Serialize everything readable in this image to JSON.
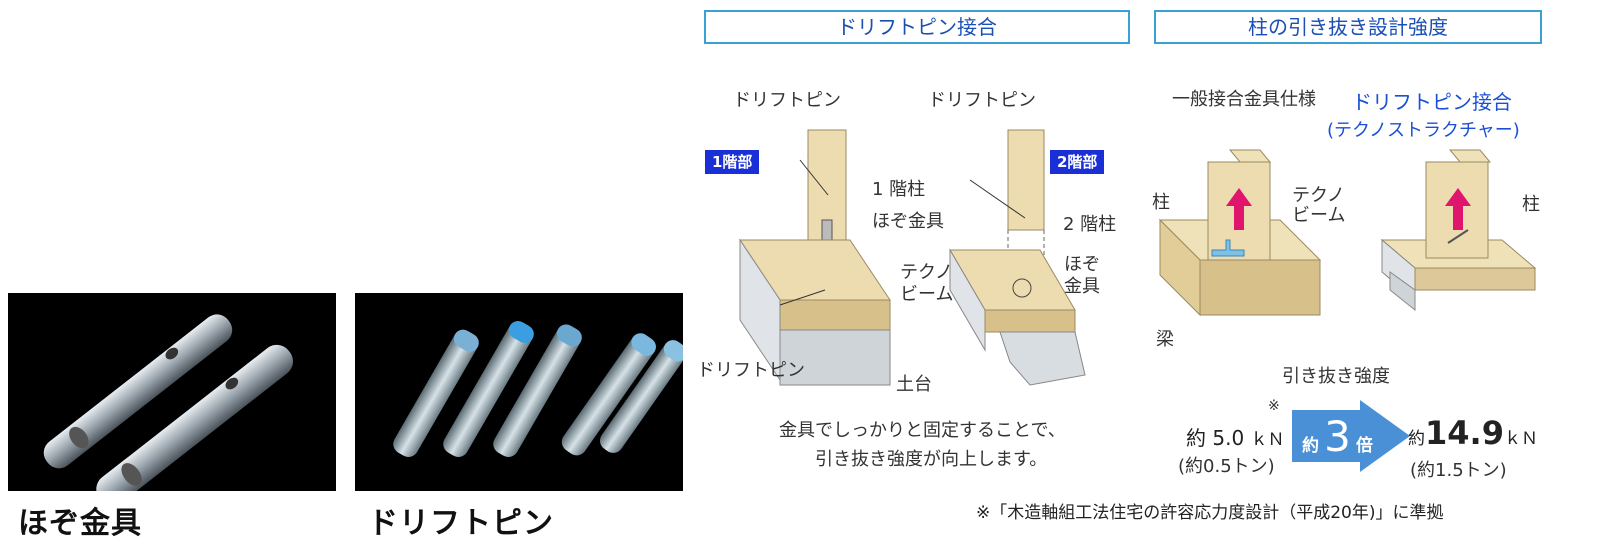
{
  "photos": {
    "left_caption": "ほぞ金具",
    "right_caption": "ドリフトピン"
  },
  "left_panel": {
    "header": "ドリフトピン接合",
    "labels": {
      "driftpin_top_left": "ドリフトピン",
      "driftpin_top_right": "ドリフトピン",
      "badge_1f": "1階部",
      "badge_2f": "2階部",
      "col_1f": "1 階柱",
      "col_2f": "2 階柱",
      "hozo": "ほぞ金具",
      "hozo_right": "ほぞ\n金具",
      "techno_beam": "テクノ\nビーム",
      "driftpin_bottom": "ドリフトピン",
      "dodai": "土台"
    },
    "caption_line1": "金具でしっかりと固定することで、",
    "caption_line2": "引き抜き強度が向上します。"
  },
  "right_panel": {
    "header": "柱の引き抜き設計強度",
    "general_spec": "一般接合金具仕様",
    "driftpin_joint": "ドリフトピン接合",
    "technostructure": "(テクノストラクチャー)",
    "labels": {
      "pillar_left": "柱",
      "beam": "梁",
      "techno_beam": "テクノ\nビーム",
      "pillar_right": "柱"
    },
    "pull_strength_label": "引き抜き強度",
    "asterisk": "※",
    "left_value_prefix": "約",
    "left_value": "5.0",
    "left_unit": "ｋＮ",
    "left_ton": "(約0.5トン)",
    "arrow_prefix": "約",
    "arrow_value": "3",
    "arrow_suffix": "倍",
    "right_value_prefix": "約",
    "right_value": "14.9",
    "right_unit": "ｋＮ",
    "right_ton": "(約1.5トン)",
    "footnote": "※「木造軸組工法住宅の許容応力度設計（平成20年)」に準拠"
  },
  "colors": {
    "header_border": "#3aa0d6",
    "header_text": "#1a4fb5",
    "badge": "#1a2fd6",
    "arrow": "#4a90d6",
    "wood": "#e6d2a0",
    "steel": "#d8dde2",
    "pink_arrow": "#e0156e"
  }
}
